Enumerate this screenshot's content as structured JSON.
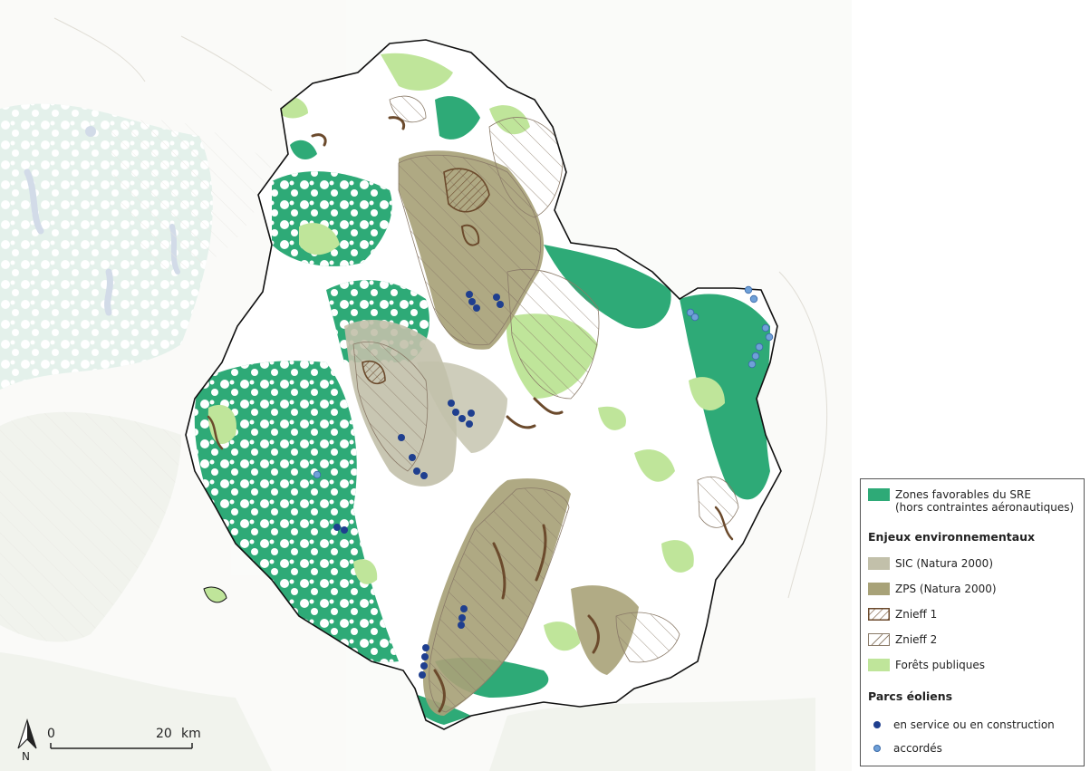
{
  "legend": {
    "favorable_line1": "Zones favorables du SRE",
    "favorable_line2": "(hors contraintes aéronautiques)",
    "env_heading": "Enjeux environnementaux",
    "sic": "SIC (Natura 2000)",
    "zps": "ZPS (Natura 2000)",
    "znieff1": "Znieff 1",
    "znieff2": "Znieff 2",
    "forets": "Forêts publiques",
    "parcs_heading": "Parcs éoliens",
    "en_service": "en service ou en construction",
    "accordes": "accordés"
  },
  "scale": {
    "start": "0",
    "end": "20",
    "unit": "km"
  },
  "north": {
    "label": "N"
  },
  "colors": {
    "favorable": "#2eaa77",
    "sic": "#c2c0aa",
    "zps": "#a8a278",
    "znieff_outline": "#6b4a2c",
    "foret": "#bfe59a",
    "parc_service": "#1f3f8f",
    "parc_accorde": "#6fa0d8",
    "boundary": "#111111"
  }
}
